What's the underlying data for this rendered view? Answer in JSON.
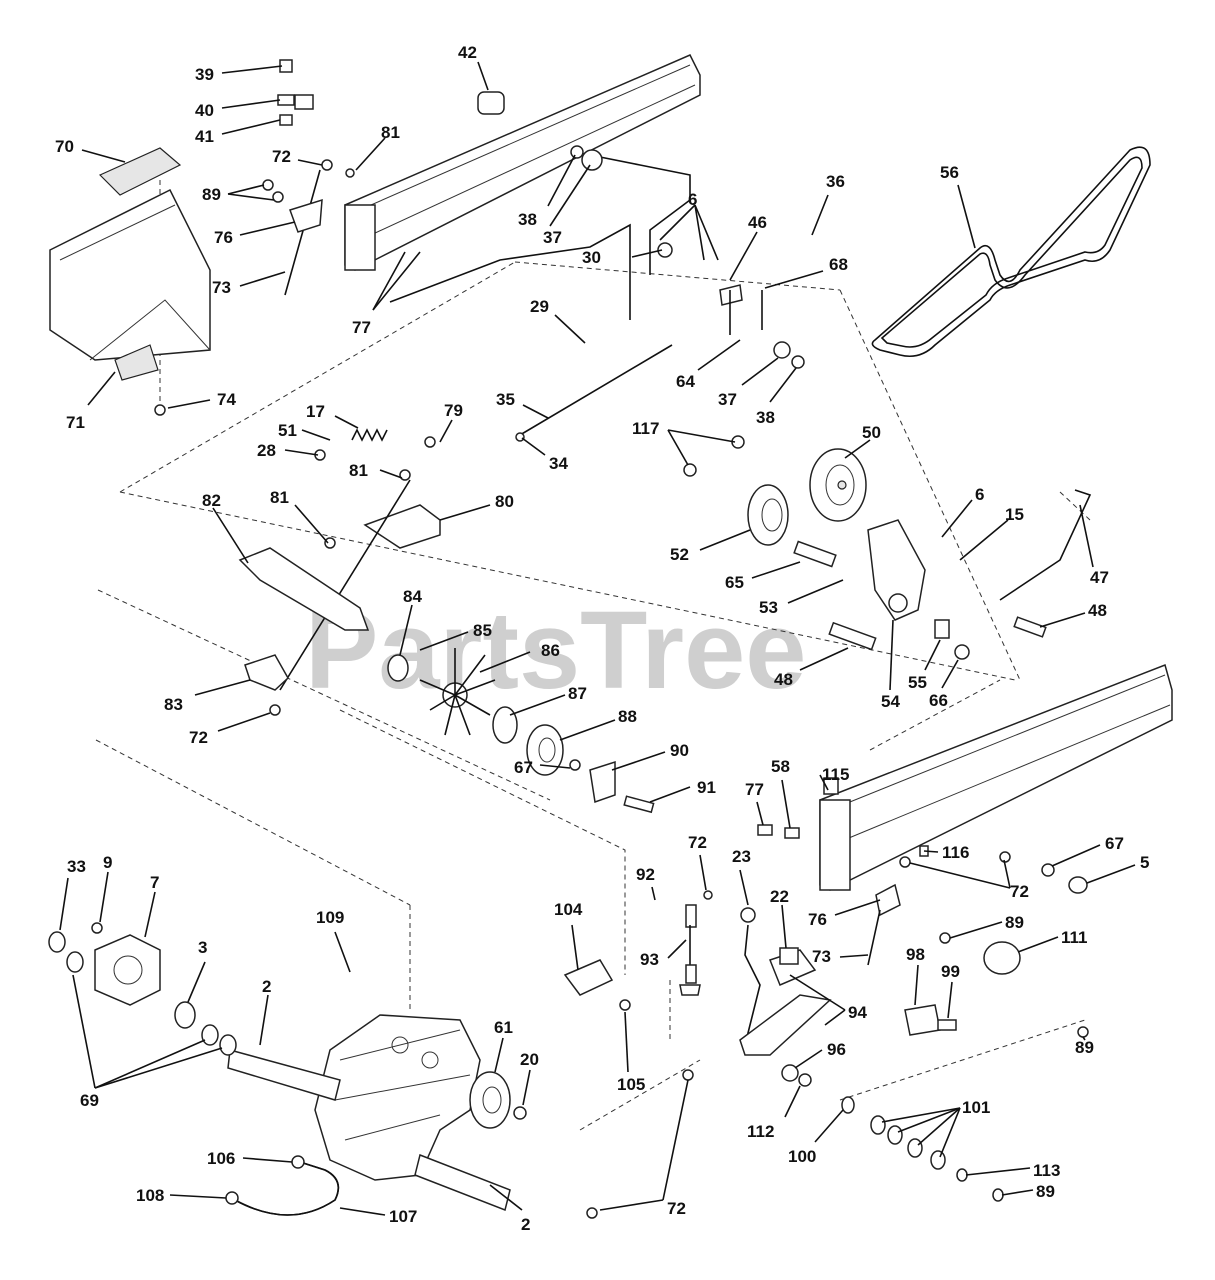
{
  "watermark": "PartsTree",
  "callouts": [
    {
      "id": "c39",
      "text": "39"
    },
    {
      "id": "c40",
      "text": "40"
    },
    {
      "id": "c41",
      "text": "41"
    },
    {
      "id": "c42",
      "text": "42"
    },
    {
      "id": "c70",
      "text": "70"
    },
    {
      "id": "c72a",
      "text": "72"
    },
    {
      "id": "c81a",
      "text": "81"
    },
    {
      "id": "c89a",
      "text": "89"
    },
    {
      "id": "c76a",
      "text": "76"
    },
    {
      "id": "c73a",
      "text": "73"
    },
    {
      "id": "c77a",
      "text": "77"
    },
    {
      "id": "c38a",
      "text": "38"
    },
    {
      "id": "c37a",
      "text": "37"
    },
    {
      "id": "c6a",
      "text": "6"
    },
    {
      "id": "c36",
      "text": "36"
    },
    {
      "id": "c56",
      "text": "56"
    },
    {
      "id": "c30",
      "text": "30"
    },
    {
      "id": "c46",
      "text": "46"
    },
    {
      "id": "c68",
      "text": "68"
    },
    {
      "id": "c29",
      "text": "29"
    },
    {
      "id": "c64",
      "text": "64"
    },
    {
      "id": "c37b",
      "text": "37"
    },
    {
      "id": "c38b",
      "text": "38"
    },
    {
      "id": "c71",
      "text": "71"
    },
    {
      "id": "c74",
      "text": "74"
    },
    {
      "id": "c17",
      "text": "17"
    },
    {
      "id": "c51",
      "text": "51"
    },
    {
      "id": "c28",
      "text": "28"
    },
    {
      "id": "c79",
      "text": "79"
    },
    {
      "id": "c35",
      "text": "35"
    },
    {
      "id": "c34",
      "text": "34"
    },
    {
      "id": "c117",
      "text": "117"
    },
    {
      "id": "c50",
      "text": "50"
    },
    {
      "id": "c81b",
      "text": "81"
    },
    {
      "id": "c82",
      "text": "82"
    },
    {
      "id": "c81c",
      "text": "81"
    },
    {
      "id": "c80",
      "text": "80"
    },
    {
      "id": "c6b",
      "text": "6"
    },
    {
      "id": "c15",
      "text": "15"
    },
    {
      "id": "c52",
      "text": "52"
    },
    {
      "id": "c47",
      "text": "47"
    },
    {
      "id": "c65",
      "text": "65"
    },
    {
      "id": "c53",
      "text": "53"
    },
    {
      "id": "c48a",
      "text": "48"
    },
    {
      "id": "c84",
      "text": "84"
    },
    {
      "id": "c85",
      "text": "85"
    },
    {
      "id": "c86",
      "text": "86"
    },
    {
      "id": "c48b",
      "text": "48"
    },
    {
      "id": "c55",
      "text": "55"
    },
    {
      "id": "c54",
      "text": "54"
    },
    {
      "id": "c66",
      "text": "66"
    },
    {
      "id": "c83",
      "text": "83"
    },
    {
      "id": "c87",
      "text": "87"
    },
    {
      "id": "c72b",
      "text": "72"
    },
    {
      "id": "c88",
      "text": "88"
    },
    {
      "id": "c90",
      "text": "90"
    },
    {
      "id": "c67a",
      "text": "67"
    },
    {
      "id": "c91",
      "text": "91"
    },
    {
      "id": "c115",
      "text": "115"
    },
    {
      "id": "c77b",
      "text": "77"
    },
    {
      "id": "c58",
      "text": "58"
    },
    {
      "id": "c116",
      "text": "116"
    },
    {
      "id": "c67b",
      "text": "67"
    },
    {
      "id": "c5",
      "text": "5"
    },
    {
      "id": "c72c",
      "text": "72"
    },
    {
      "id": "c33",
      "text": "33"
    },
    {
      "id": "c9",
      "text": "9"
    },
    {
      "id": "c7",
      "text": "7"
    },
    {
      "id": "c92",
      "text": "92"
    },
    {
      "id": "c72d",
      "text": "72"
    },
    {
      "id": "c23",
      "text": "23"
    },
    {
      "id": "c76b",
      "text": "76"
    },
    {
      "id": "c89b",
      "text": "89"
    },
    {
      "id": "c111",
      "text": "111"
    },
    {
      "id": "c109",
      "text": "109"
    },
    {
      "id": "c104",
      "text": "104"
    },
    {
      "id": "c22",
      "text": "22"
    },
    {
      "id": "c3",
      "text": "3"
    },
    {
      "id": "c93",
      "text": "93"
    },
    {
      "id": "c73b",
      "text": "73"
    },
    {
      "id": "c98",
      "text": "98"
    },
    {
      "id": "c99",
      "text": "99"
    },
    {
      "id": "c2a",
      "text": "2"
    },
    {
      "id": "c94",
      "text": "94"
    },
    {
      "id": "c61",
      "text": "61"
    },
    {
      "id": "c89c",
      "text": "89"
    },
    {
      "id": "c20",
      "text": "20"
    },
    {
      "id": "c105",
      "text": "105"
    },
    {
      "id": "c96",
      "text": "96"
    },
    {
      "id": "c69",
      "text": "69"
    },
    {
      "id": "c101",
      "text": "101"
    },
    {
      "id": "c112",
      "text": "112"
    },
    {
      "id": "c100",
      "text": "100"
    },
    {
      "id": "c106",
      "text": "106"
    },
    {
      "id": "c113",
      "text": "113"
    },
    {
      "id": "c108",
      "text": "108"
    },
    {
      "id": "c107",
      "text": "107"
    },
    {
      "id": "c89d",
      "text": "89"
    },
    {
      "id": "c2b",
      "text": "2"
    },
    {
      "id": "c72e",
      "text": "72"
    }
  ]
}
